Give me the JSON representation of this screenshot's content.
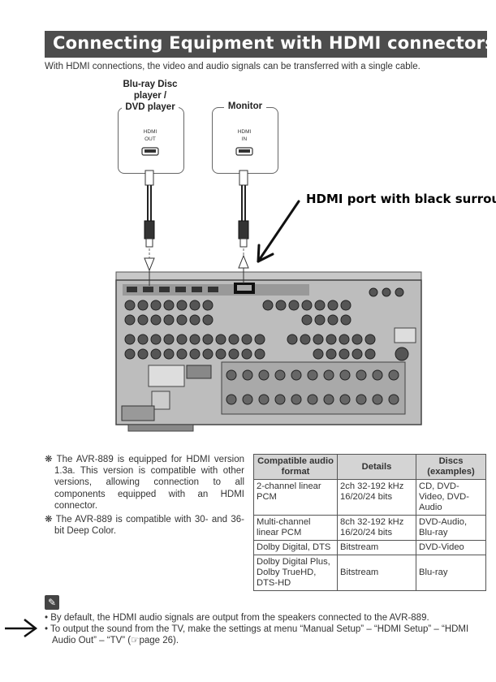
{
  "header": {
    "title": "Connecting Equipment with HDMI connectors",
    "subtitle": "With HDMI connections, the video and audio signals can be transferred with a single cable."
  },
  "diagram": {
    "source_device": {
      "label_line1": "Blu-ray Disc",
      "label_line2": "player /",
      "label_line3": "DVD player",
      "port_line1": "HDMI",
      "port_line2": "OUT"
    },
    "monitor_device": {
      "label": "Monitor",
      "port_line1": "HDMI",
      "port_line2": "IN"
    },
    "callout": "HDMI port with black surround"
  },
  "notes": [
    "❋ The AVR-889 is equipped for HDMI version 1.3a. This version is compatible with other versions, allowing connection to all components equipped with an HDMI connector.",
    "❋ The AVR-889 is compatible with 30- and 36-bit Deep Color."
  ],
  "table": {
    "headers": [
      "Compatible audio format",
      "Details",
      "Discs (examples)"
    ],
    "rows": [
      [
        "2-channel linear PCM",
        "2ch 32-192 kHz 16/20/24 bits",
        "CD, DVD-Video, DVD-Audio"
      ],
      [
        "Multi-channel linear PCM",
        "8ch 32-192 kHz 16/20/24 bits",
        "DVD-Audio, Blu-ray"
      ],
      [
        "Dolby Digital, DTS",
        "Bitstream",
        "DVD-Video"
      ],
      [
        "Dolby Digital Plus, Dolby TrueHD, DTS-HD",
        "Bitstream",
        "Blu-ray"
      ]
    ]
  },
  "bottom_notes": [
    "• By default, the HDMI audio signals are output from the speakers connected to the AVR-889.",
    "• To output the sound from the TV, make the settings at menu “Manual Setup” – “HDMI Setup” – “HDMI Audio Out” – “TV” (☞page 26)."
  ],
  "icons": {
    "pencil": "pencil-icon",
    "arrow": "arrow-right-icon"
  }
}
